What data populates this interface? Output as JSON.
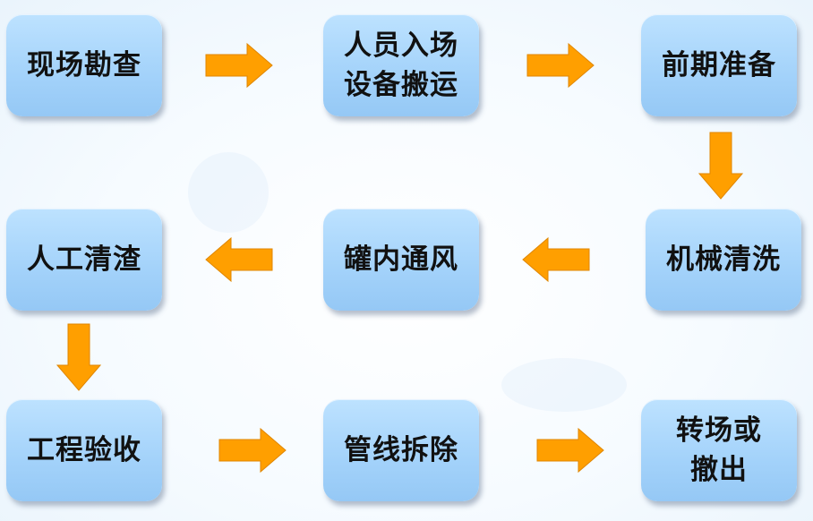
{
  "colors": {
    "box_fill": "#a3d2fa",
    "arrow_fill": "#ff9f00",
    "text": "#111111"
  },
  "steps": [
    {
      "id": "site-survey",
      "label": "现场勘查"
    },
    {
      "id": "personnel-equipment",
      "label": "人员入场\n设备搬运"
    },
    {
      "id": "preparation",
      "label": "前期准备"
    },
    {
      "id": "mechanical-cleaning",
      "label": "机械清洗"
    },
    {
      "id": "tank-ventilation",
      "label": "罐内通风"
    },
    {
      "id": "manual-slag-removal",
      "label": "人工清渣"
    },
    {
      "id": "acceptance",
      "label": "工程验收"
    },
    {
      "id": "pipeline-dismantling",
      "label": "管线拆除"
    },
    {
      "id": "relocation-withdrawal",
      "label": "转场或\n撤出"
    }
  ],
  "arrows": [
    {
      "from": "site-survey",
      "to": "personnel-equipment",
      "direction": "right"
    },
    {
      "from": "personnel-equipment",
      "to": "preparation",
      "direction": "right"
    },
    {
      "from": "preparation",
      "to": "mechanical-cleaning",
      "direction": "down"
    },
    {
      "from": "mechanical-cleaning",
      "to": "tank-ventilation",
      "direction": "left"
    },
    {
      "from": "tank-ventilation",
      "to": "manual-slag-removal",
      "direction": "left"
    },
    {
      "from": "manual-slag-removal",
      "to": "acceptance",
      "direction": "down"
    },
    {
      "from": "acceptance",
      "to": "pipeline-dismantling",
      "direction": "right"
    },
    {
      "from": "pipeline-dismantling",
      "to": "relocation-withdrawal",
      "direction": "right"
    }
  ]
}
